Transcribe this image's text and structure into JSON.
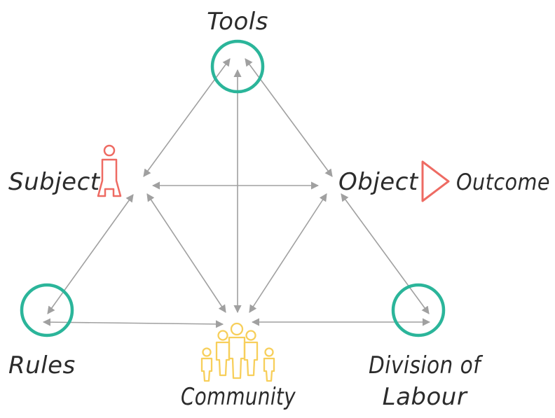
{
  "labels": {
    "tools": "Tools",
    "subject": "Subject",
    "object": "Object",
    "outcome": "Outcome",
    "rules": "Rules",
    "community": "Community",
    "division_line1": "Division of",
    "division_line2": "Labour"
  },
  "colors": {
    "ring": "#2bb59a",
    "subject_icon": "#ee6b63",
    "outcome_arrow": "#ee6b63",
    "community_icon": "#f7cf5b",
    "connector": "#a0a0a0",
    "text": "#2b2b2b"
  },
  "icons": {
    "tools": "circle-icon",
    "subject": "person-icon",
    "outcome": "triangle-arrow-icon",
    "rules": "circle-icon",
    "community": "people-group-icon",
    "division": "circle-icon"
  }
}
